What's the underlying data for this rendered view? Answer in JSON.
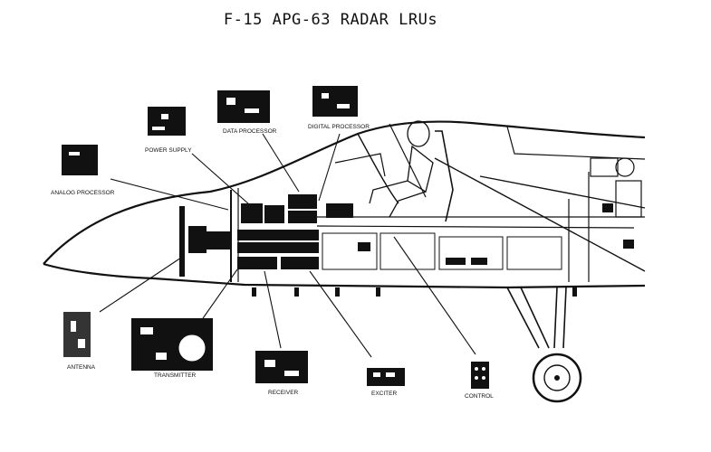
{
  "title": "F-15 APG-63 RADAR LRUs",
  "labels": {
    "power_supply": "POWER SUPPLY",
    "data_processor": "DATA PROCESSOR",
    "digital_processor": "DIGITAL PROCESSOR",
    "analog_processor": "ANALOG PROCESSOR",
    "antenna": "ANTENNA",
    "transmitter": "TRANSMITTER",
    "receiver": "RECEIVER",
    "exciter": "EXCITER",
    "control": "CONTROL"
  }
}
